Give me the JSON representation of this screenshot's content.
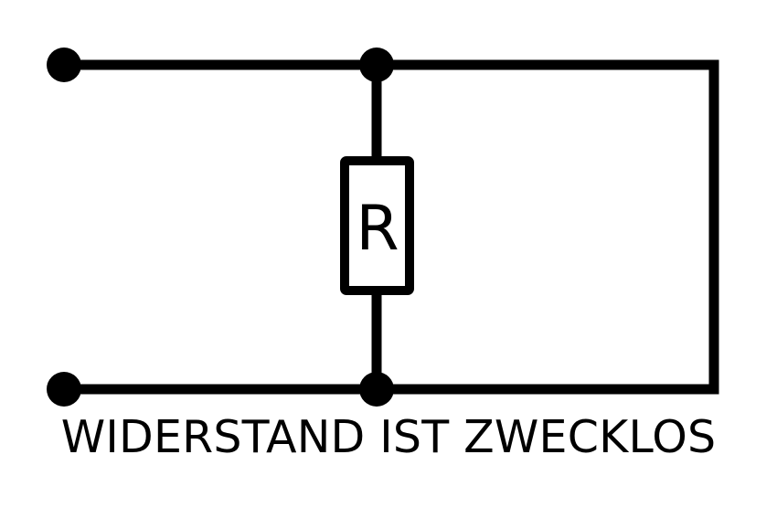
{
  "diagram": {
    "type": "circuit",
    "resistor_label": "R",
    "caption": "WIDERSTAND IST ZWECKLOS",
    "colors": {
      "stroke": "#000000",
      "background": "#ffffff"
    }
  }
}
